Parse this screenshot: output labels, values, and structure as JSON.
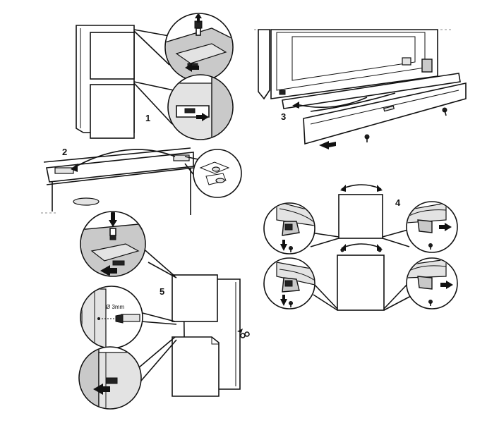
{
  "steps": {
    "s1": "1",
    "s2": "2",
    "s3": "3",
    "s4": "4",
    "s5": "5"
  },
  "labels": {
    "hole_diameter": "Ø 3mm"
  },
  "icons": {
    "screw": "screw-icon",
    "arrow": "arrow-icon",
    "magnifier": "detail-circle"
  }
}
